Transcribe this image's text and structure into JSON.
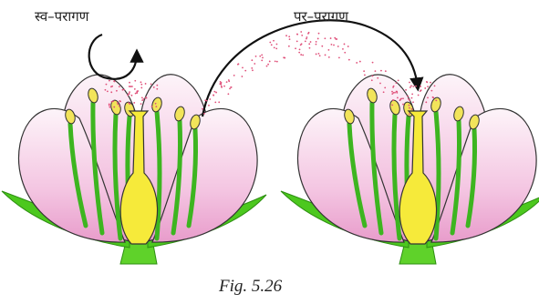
{
  "labels": {
    "self_pollination": "स्व–परागण",
    "cross_pollination": "पर–परागण"
  },
  "caption": "Fig. 5.26",
  "colors": {
    "petal_light": "#fbeef6",
    "petal_pink": "#e9a6cf",
    "stem_green": "#5fd22a",
    "sepal_green": "#4cc81e",
    "stamen_green": "#3db520",
    "pistil_yellow": "#f6ea3a",
    "anther_yellow": "#f2e45a",
    "pollen_pink": "#e0507a"
  }
}
